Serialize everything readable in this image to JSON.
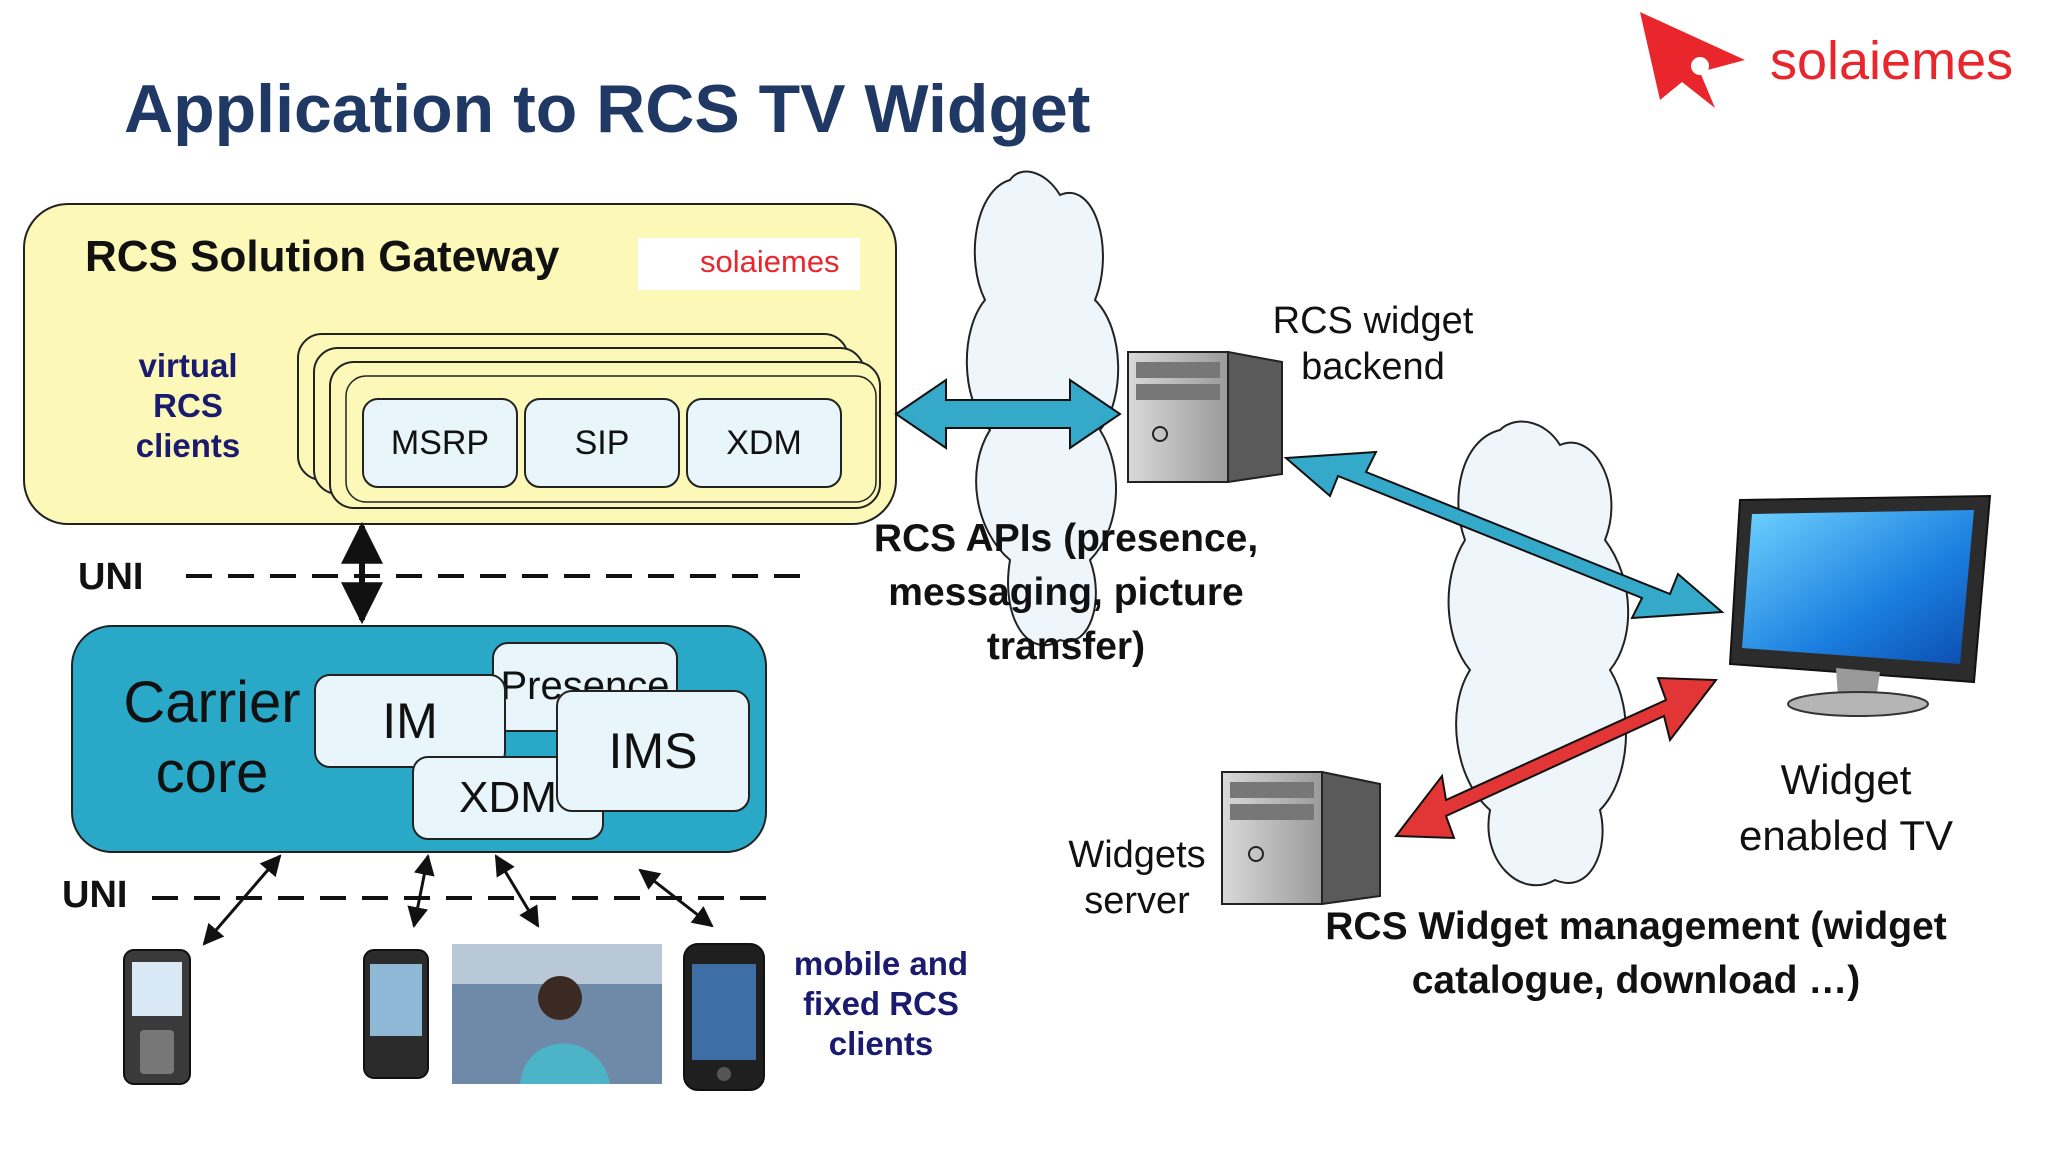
{
  "title": "Application to RCS TV Widget",
  "brand": {
    "name": "solaiemes",
    "color": "#e8262c"
  },
  "gateway": {
    "label": "RCS Solution Gateway",
    "badge": "solaiemes",
    "virtual_clients": "virtual RCS clients",
    "protocols": [
      "MSRP",
      "SIP",
      "XDM"
    ],
    "fill": "#fbf8b8"
  },
  "uni_label": "UNI",
  "carrier": {
    "label": "Carrier core",
    "components": [
      "IM",
      "Presence",
      "XDM",
      "IMS"
    ],
    "fill": "#2aa8c8"
  },
  "mobile_clients": "mobile and fixed RCS clients",
  "rcs_apis": "RCS APIs (presence, messaging, picture transfer)",
  "backend": "RCS widget backend",
  "widgets_server": "Widgets server",
  "tv": "Widget enabled TV",
  "management": "RCS Widget management (widget catalogue, download …)",
  "colors": {
    "api_arrow": "#35a9c9",
    "mgmt_arrow": "#e23636",
    "title": "#1f3864",
    "client_text": "#1a1a6e"
  }
}
